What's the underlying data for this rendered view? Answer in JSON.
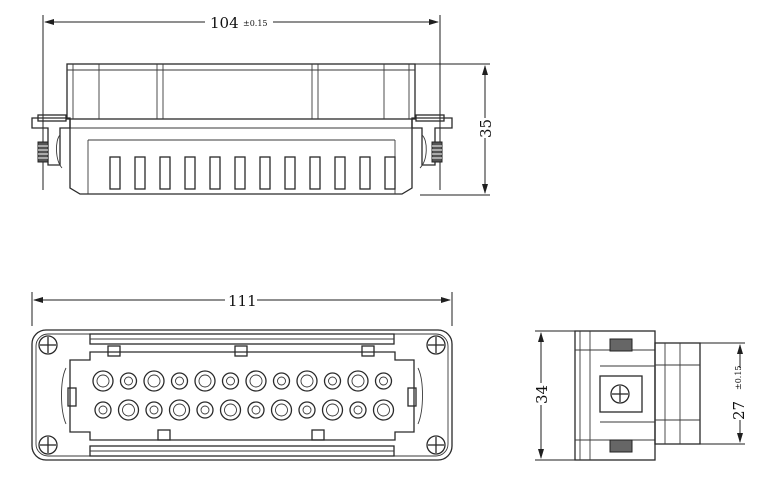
{
  "dimensions": {
    "top_width": {
      "value": "104",
      "tolerance": "±0.15"
    },
    "top_height": {
      "value": "35"
    },
    "front_width": {
      "value": "111"
    },
    "side_height": {
      "value": "34"
    },
    "side_inner": {
      "value": "27",
      "tolerance": "±0.15"
    }
  },
  "colors": {
    "line": "#2a2a2a",
    "background": "#ffffff"
  }
}
